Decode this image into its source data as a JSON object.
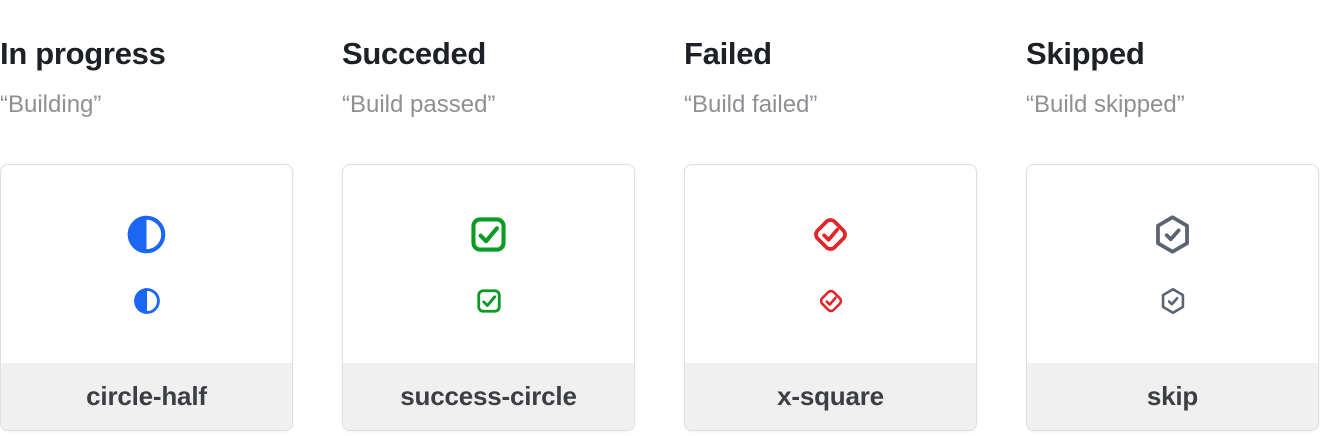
{
  "page": {
    "background_color": "#ffffff",
    "card_border_color": "#dfdfdf",
    "card_footer_background": "#f0f0f0",
    "title_color": "#1d2025",
    "subtitle_color": "#8f8f94",
    "footer_text_color": "#3b3e43"
  },
  "columns": [
    {
      "title": "In progress",
      "subtitle": "“Building”",
      "icon": "circle-half-icon",
      "icon_color": "#1b66f2",
      "label": "circle-half"
    },
    {
      "title": "Succeded",
      "subtitle": "“Build passed”",
      "icon": "check-square-icon",
      "icon_color": "#0b9b22",
      "label": "success-circle"
    },
    {
      "title": "Failed",
      "subtitle": "“Build failed”",
      "icon": "check-diamond-icon",
      "icon_color": "#e12529",
      "label": "x-square"
    },
    {
      "title": "Skipped",
      "subtitle": "“Build skipped”",
      "icon": "check-hexagon-icon",
      "icon_color": "#5a6370",
      "label": "skip"
    }
  ]
}
